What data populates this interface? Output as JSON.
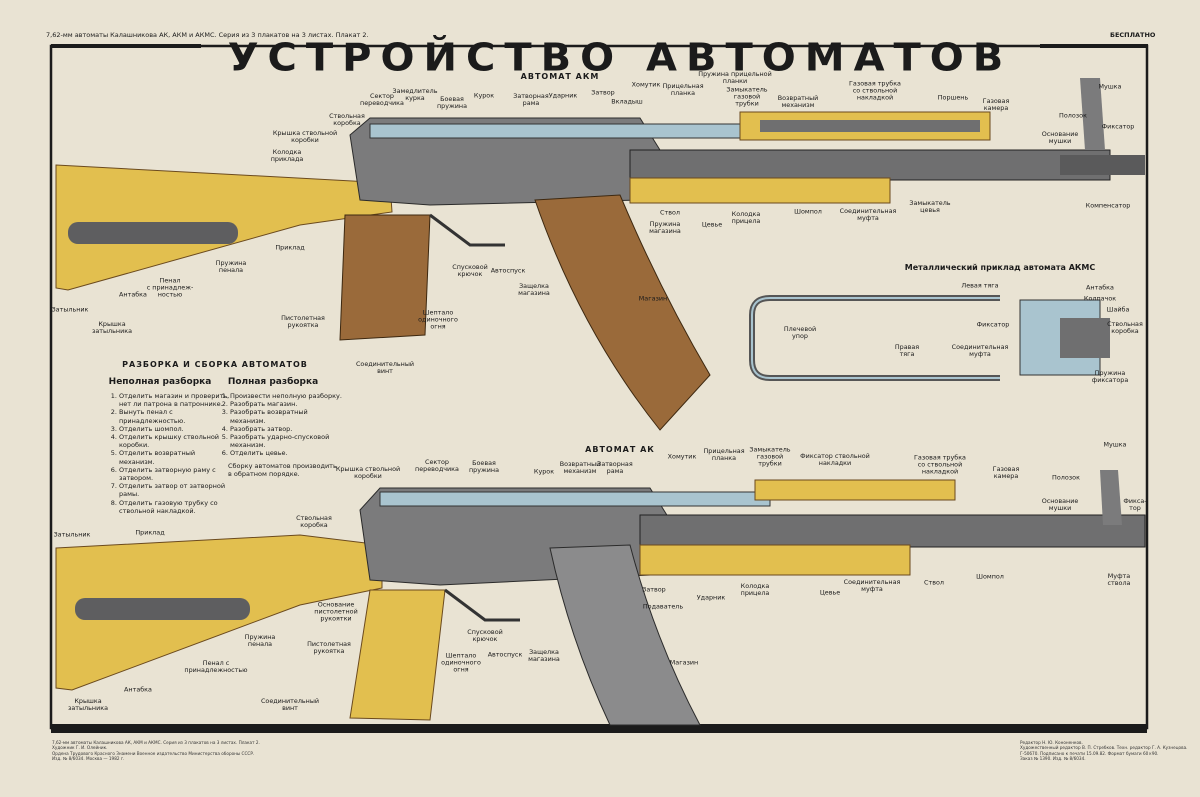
{
  "header": {
    "series_note": "7,62-мм автоматы Калашникова АК, АКМ и АКМС. Серия из 3 плакатов на 3 листах. Плакат 2.",
    "title": "УСТРОЙСТВО АВТОМАТОВ",
    "price": "БЕСПЛАТНО"
  },
  "akm": {
    "title": "АВТОМАТ АКМ",
    "labels": [
      "Сектор\nпереводчика",
      "Замедлитель\nкурка",
      "Боевая\nпружина",
      "Курок",
      "Затворная\nрама",
      "Ударник",
      "Затвор",
      "Вкладыш",
      "Хомутик",
      "Прицельная\nпланка",
      "Пружина прицельной\nпланки",
      "Замыкатель\nгазовой\nтрубки",
      "Возвратный\nмеханизм",
      "Газовая трубка\nсо ствольной\nнакладкой",
      "Поршень",
      "Газовая\nкамера",
      "Мушка",
      "Полозок",
      "Основание\nмушки",
      "Фиксатор",
      "Компенсатор",
      "Ствольная\nкоробка",
      "Крышка ствольной\nкоробки",
      "Колодка\nприклада",
      "Приклад",
      "Пружина\nпенала",
      "Пенал\nс принадлеж-\nностью",
      "Антабка",
      "Затыльник",
      "Крышка\nзатыльника",
      "Пистолетная\nрукоятка",
      "Соединительный\nвинт",
      "Шептало\nодиночного\nогня",
      "Спусковой\nкрючок",
      "Автоспуск",
      "Защелка\nмагазина",
      "Магазин",
      "Ствол",
      "Пружина\nмагазина",
      "Цевье",
      "Колодка\nприцела",
      "Шомпол",
      "Соединительная\nмуфта",
      "Замыкатель\nцевья"
    ]
  },
  "akms": {
    "title": "Металлический приклад автомата АКМС",
    "labels": [
      "Левая тяга",
      "Антабка",
      "Колпачок",
      "Шайба",
      "Фиксатор",
      "Ствольная\nкоробка",
      "Плечевой\nупор",
      "Правая\nтяга",
      "Соединительная\nмуфта",
      "Пружина\nфиксатора"
    ]
  },
  "disassembly": {
    "title": "РАЗБОРКА И СБОРКА АВТОМАТОВ",
    "partial": {
      "title": "Неполная разборка",
      "steps": [
        "Отделить магазин и проверить, нет ли патрона в патроннике.",
        "Вынуть пенал с принадлежностью.",
        "Отделить шомпол.",
        "Отделить крышку ствольной коробки.",
        "Отделить возвратный механизм.",
        "Отделить затворную раму с затвором.",
        "Отделить затвор от затворной рамы.",
        "Отделить газовую трубку со ствольной накладкой."
      ]
    },
    "full": {
      "title": "Полная разборка",
      "steps": [
        "Произвести неполную разборку.",
        "Разобрать магазин.",
        "Разобрать возвратный механизм.",
        "Разобрать затвор.",
        "Разобрать ударно-спусковой механизм.",
        "Отделить цевье."
      ],
      "note": "Сборку автоматов производить в обратном порядке."
    }
  },
  "ak": {
    "title": "АВТОМАТ АК",
    "labels": [
      "Крышка ствольной\nкоробки",
      "Сектор\nпереводчика",
      "Боевая\nпружина",
      "Курок",
      "Возвратный\nмеханизм",
      "Затворная\nрама",
      "Хомутик",
      "Прицельная\nпланка",
      "Замыкатель\nгазовой\nтрубки",
      "Фиксатор ствольной\nнакладки",
      "Газовая трубка\nсо ствольной\nнакладкой",
      "Газовая\nкамера",
      "Мушка",
      "Полозок",
      "Основание\nмушки",
      "Фикса-\nтор",
      "Затыльник",
      "Приклад",
      "Ствольная\nкоробка",
      "Основание\nпистолетной\nрукоятки",
      "Пружина\nпенала",
      "Пистолетная\nрукоятка",
      "Пенал с\nпринадлежностью",
      "Антабка",
      "Крышка\nзатыльника",
      "Соединительный\nвинт",
      "Спусковой\nкрючок",
      "Шептало\nодиночного\nогня",
      "Автоспуск",
      "Защелка\nмагазина",
      "Затвор",
      "Подаватель",
      "Ударник",
      "Колодка\nприцела",
      "Цевье",
      "Соединительная\nмуфта",
      "Ствол",
      "Шомпол",
      "Муфта\nствола",
      "Магазин"
    ]
  },
  "footer": {
    "left": "7,62-мм автоматы Калашникова АК, АКМ и АКМС. Серия из 3 плакатов на 3 листах. Плакат 2.\nХудожник Г. И. Олейник.\nОрдена Трудового Красного Знамени Военное издательство Министерства обороны СССР.\nИзд. № 8/6034. Москва — 1982 г.",
    "right": "Редактор Н. Ю. Кононенков.\nХудожественный редактор В. П. Стребков. Техн. редактор Г. А. Кузнецова.\nГ-50670. Подписано к печати 15.09.82. Формат бумаги 60×90.\nЗаказ № 1390. Изд. № 8/6034."
  },
  "colors": {
    "paper": "#e9e3d3",
    "wood": "#e2bf4f",
    "wood_dark": "#9a6a3a",
    "metal": "#6f6f70",
    "metal_light": "#a9c4cf",
    "ink": "#1b1b1b"
  }
}
